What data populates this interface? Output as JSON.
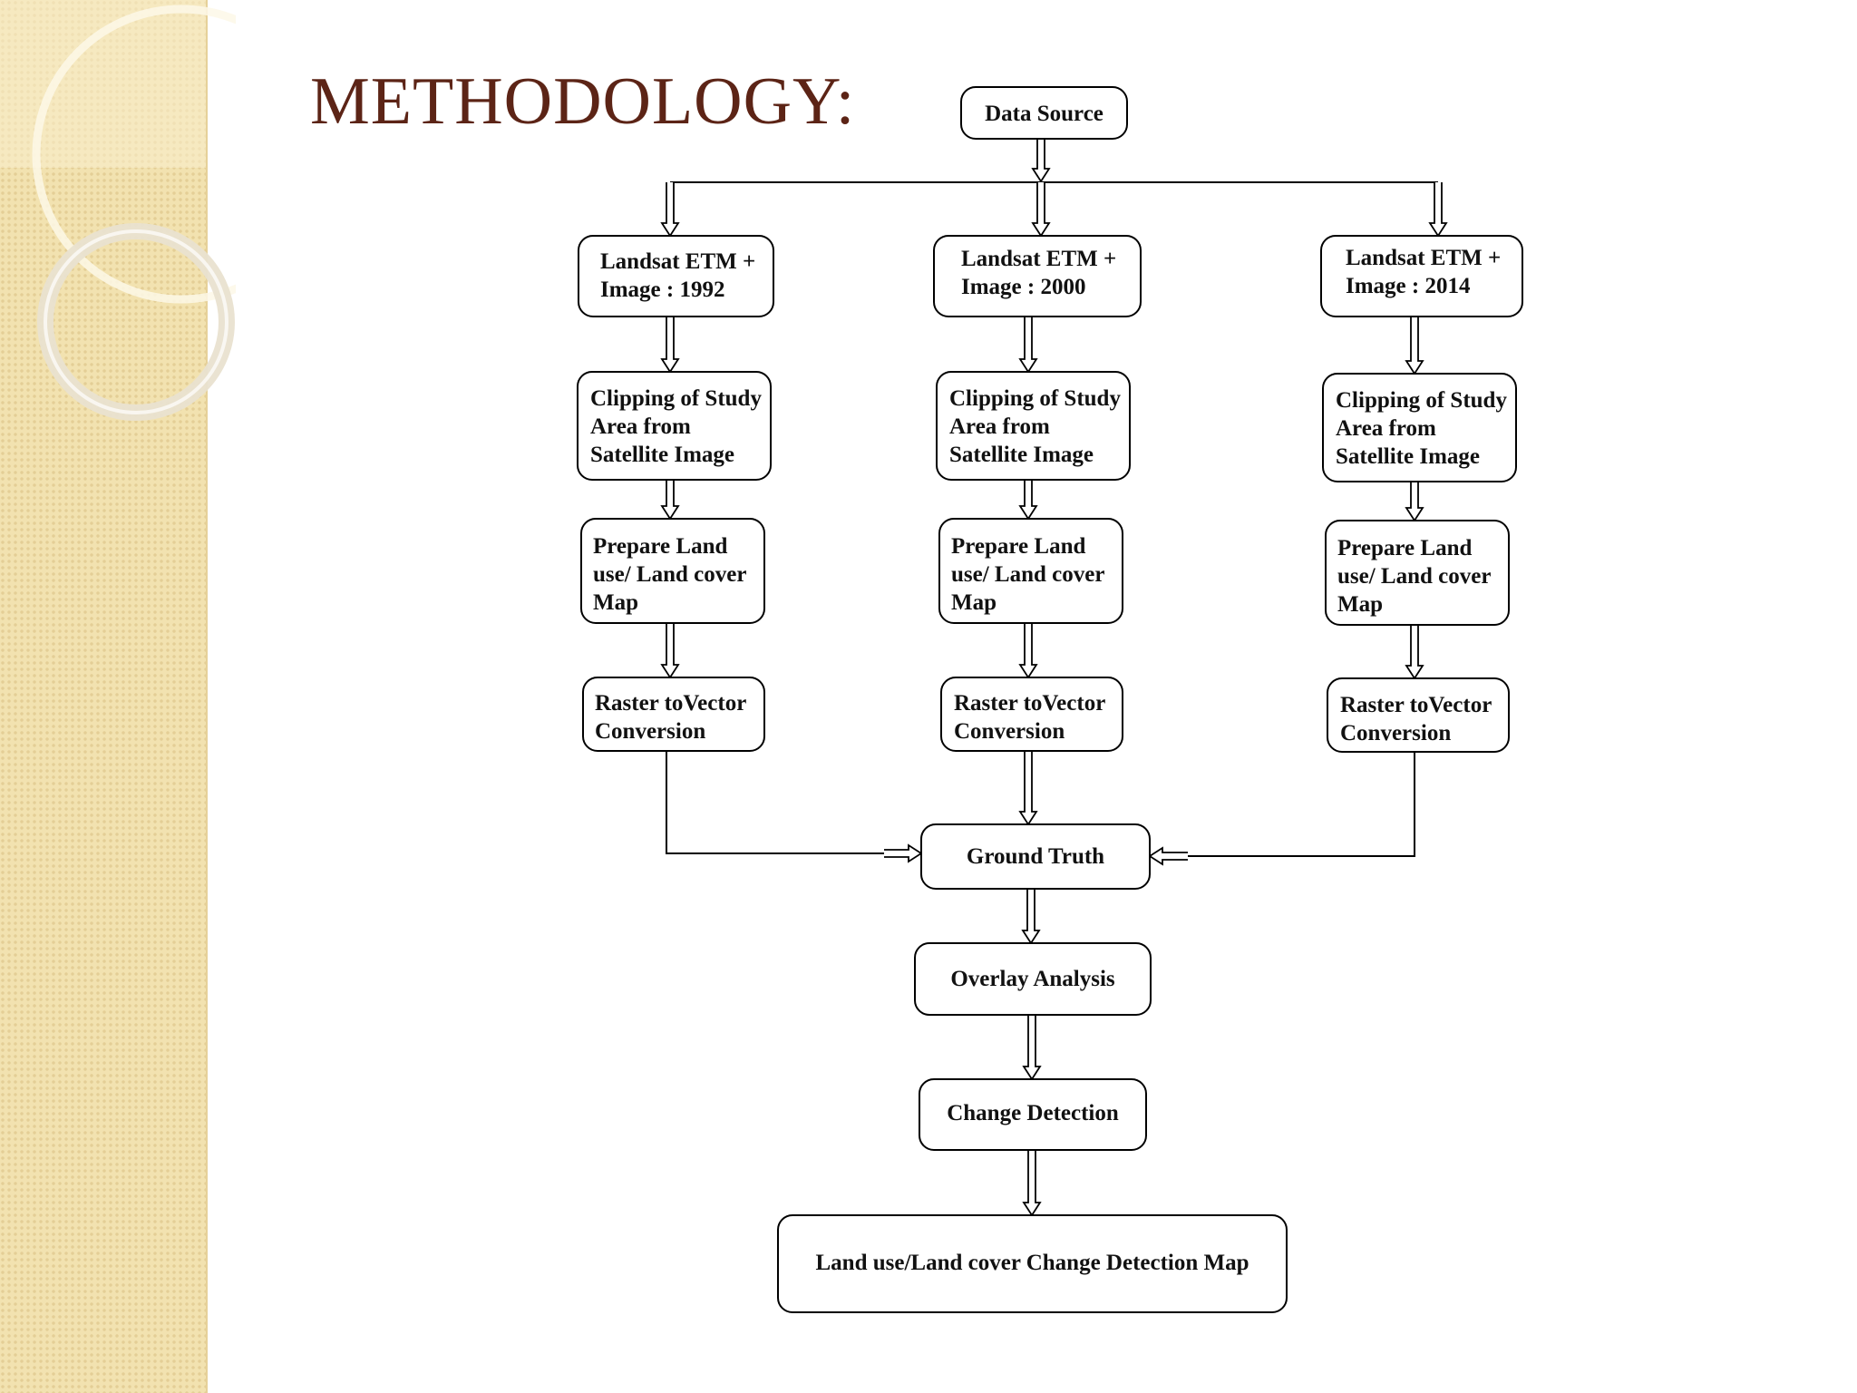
{
  "slide": {
    "title": "METHODOLOGY:"
  },
  "flowchart": {
    "nodes": {
      "data_source": [
        "Data Source"
      ],
      "landsat_1992": [
        "Landsat ETM +",
        "Image : 1992"
      ],
      "landsat_2000": [
        "Landsat ETM +",
        "Image : 2000"
      ],
      "landsat_2014": [
        "Landsat ETM +",
        "Image : 2014"
      ],
      "clip_1992": [
        "Clipping of Study",
        "Area from",
        "Satellite Image"
      ],
      "clip_2000": [
        "Clipping of Study",
        "Area from",
        "Satellite Image"
      ],
      "clip_2014": [
        "Clipping of Study",
        "Area from",
        "Satellite Image"
      ],
      "lulc_1992": [
        "Prepare Land",
        "use/ Land cover",
        "Map"
      ],
      "lulc_2000": [
        "Prepare Land",
        "use/ Land cover",
        "Map"
      ],
      "lulc_2014": [
        "Prepare Land",
        "use/ Land cover",
        "Map"
      ],
      "vector_1992": [
        "Raster toVector",
        "Conversion"
      ],
      "vector_2000": [
        "Raster toVector",
        "Conversion"
      ],
      "vector_2014": [
        "Raster toVector",
        "Conversion"
      ],
      "ground_truth": [
        "Ground Truth"
      ],
      "overlay": [
        "Overlay Analysis"
      ],
      "change_detection": [
        "Change Detection"
      ],
      "final_map": [
        "Land use/Land cover Change Detection Map"
      ]
    }
  }
}
